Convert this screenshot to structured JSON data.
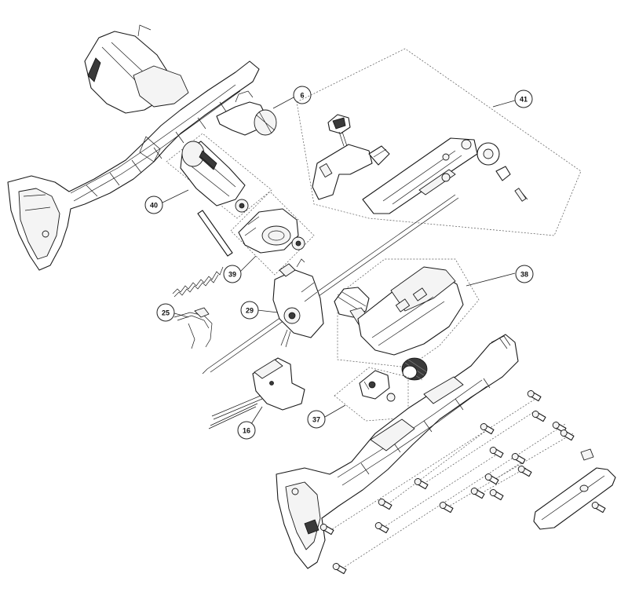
{
  "callouts": {
    "c6": "6",
    "c41": "41",
    "c40": "40",
    "c39": "39",
    "c38": "38",
    "c29": "29",
    "c25": "25",
    "c37": "37",
    "c16": "16"
  },
  "colors": {
    "line": "#1a1a1a",
    "background": "#ffffff",
    "dark_part": "#3a3a3a"
  }
}
